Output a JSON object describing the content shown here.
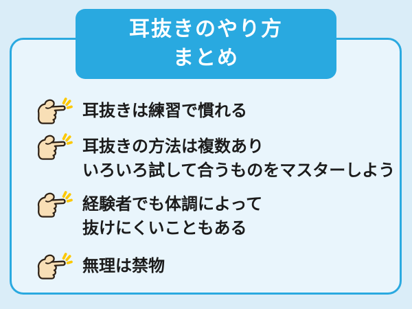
{
  "header": {
    "title_line1": "耳抜きのやり方",
    "title_line2": "まとめ"
  },
  "bullets": [
    {
      "icon": "pointing-hand-icon",
      "lines": [
        "耳抜きは練習で慣れる"
      ]
    },
    {
      "icon": "pointing-hand-icon",
      "lines": [
        "耳抜きの方法は複数あり",
        "いろいろ試して合うものをマスターしよう"
      ]
    },
    {
      "icon": "pointing-hand-icon",
      "lines": [
        "経験者でも体調によって",
        "抜けにくいこともある"
      ]
    },
    {
      "icon": "pointing-hand-icon",
      "lines": [
        "無理は禁物"
      ]
    }
  ],
  "colors": {
    "page_background": "#daedf8",
    "card_background": "#e9f5fc",
    "card_border": "#2aa9e0",
    "banner_background": "#29a9e0",
    "banner_text": "#ffffff",
    "body_text": "#1b1b1b",
    "hand_fill": "#f8dfb6",
    "hand_outline": "#2e2217",
    "sparkle": "#fcc800"
  }
}
